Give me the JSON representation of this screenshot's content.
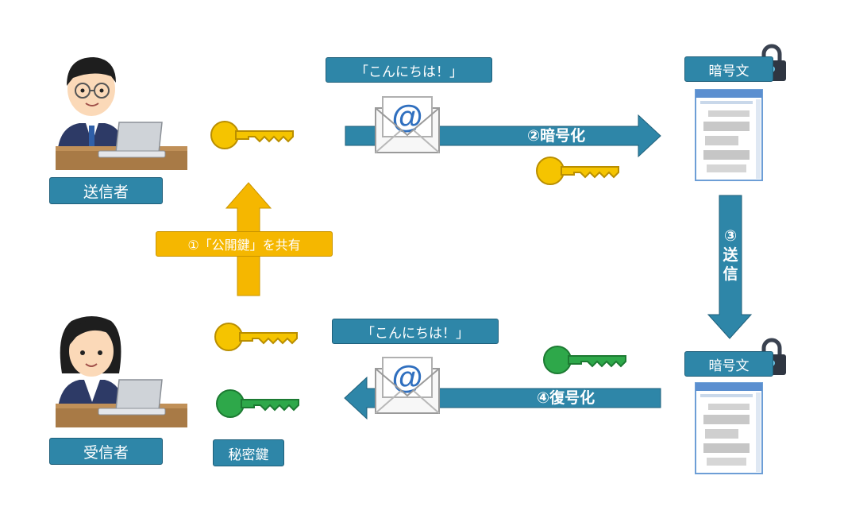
{
  "labels": {
    "sender": "送信者",
    "receiver": "受信者",
    "private_key": "秘密鍵",
    "share_public_key": "①「公開鍵」を共有",
    "message_top": "「こんにちは！」",
    "message_bottom": "「こんにちは！」",
    "ciphertext_top": "暗号文",
    "ciphertext_bottom": "暗号文"
  },
  "steps": {
    "encrypt": "②暗号化",
    "send_chars": [
      "③",
      "送",
      "信"
    ],
    "decrypt": "④復号化"
  },
  "colors": {
    "box_blue": "#2e86a8",
    "arrow_blue": "#2e86a8",
    "arrow_yellow": "#f5b700",
    "public_key_yellow": "#f5c400",
    "private_key_green": "#2ea84a"
  },
  "icons": {
    "sender": "man-at-laptop-icon",
    "receiver": "woman-at-laptop-icon",
    "public_key": "yellow-key-icon",
    "private_key": "green-key-icon",
    "email": "email-envelope-icon",
    "lock": "padlock-icon",
    "document": "blurred-document-icon"
  }
}
